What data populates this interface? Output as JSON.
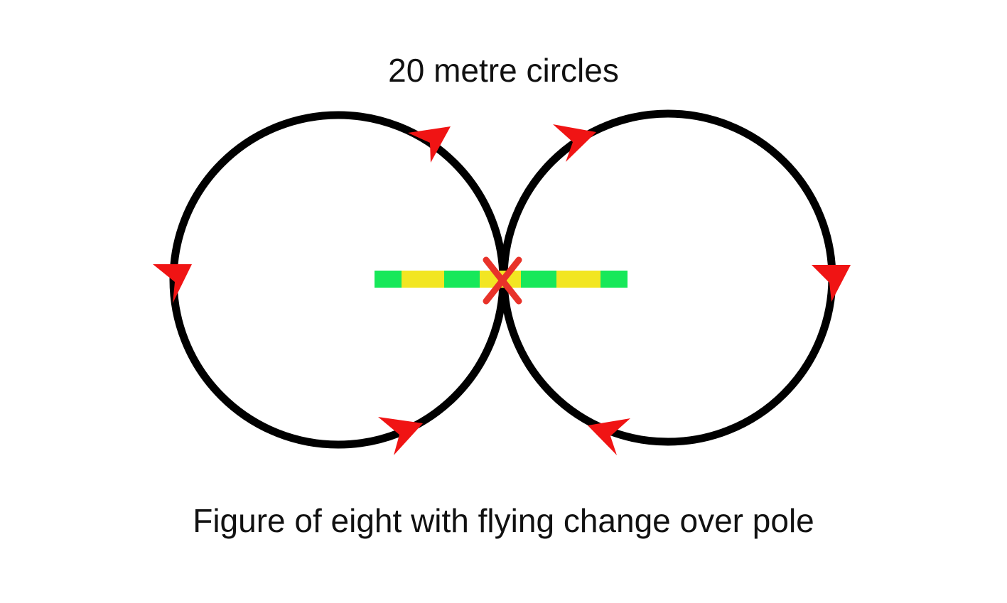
{
  "diagram": {
    "title": "20 metre circles",
    "caption": "Figure of eight with flying change over pole",
    "colors": {
      "track": "#000000",
      "arrow": "#f01414",
      "pole_green": "#17e85a",
      "pole_yellow": "#f2e622",
      "cross": "#e8322a"
    },
    "marker_label": "X",
    "pole_segments": [
      "green",
      "yellow",
      "green",
      "yellow",
      "green",
      "yellow",
      "green"
    ]
  }
}
